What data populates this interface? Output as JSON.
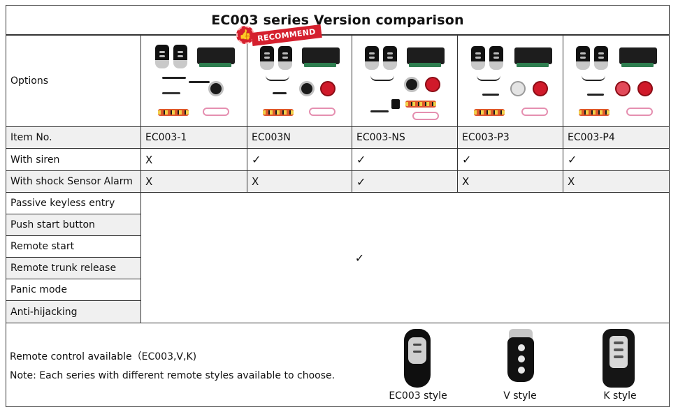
{
  "title": "EC003 series Version comparison",
  "recommend_badge": "RECOMMEND",
  "options_label": "Options",
  "rows": {
    "item_no": {
      "label": "Item No.",
      "values": [
        "EC003-1",
        "EC003N",
        "EC003-NS",
        "EC003-P3",
        "EC003-P4"
      ]
    },
    "siren": {
      "label": "With siren",
      "values": [
        "X",
        "✓",
        "✓",
        "✓",
        "✓"
      ]
    },
    "shock": {
      "label": "With shock Sensor Alarm",
      "values": [
        "X",
        "X",
        "✓",
        "X",
        "X"
      ]
    }
  },
  "common_features": {
    "labels": [
      "Passive keyless entry",
      "Push start button",
      "Remote start",
      "Remote trunk release",
      "Panic mode",
      "Anti-hijacking"
    ],
    "value": "✓"
  },
  "remote": {
    "available": "Remote control available（EC003,V,K)",
    "note": "Note: Each series with different remote styles available to choose.",
    "styles": [
      "EC003 style",
      "V style",
      "K style"
    ]
  },
  "icons": {
    "thumbs_up": "thumbs-up-icon"
  },
  "colors": {
    "recommend": "#d5202e",
    "row_gray": "#f0f0f0",
    "border": "#333333"
  }
}
